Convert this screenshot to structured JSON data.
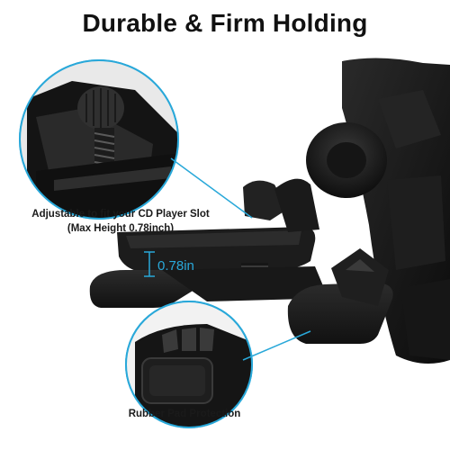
{
  "title": "Durable & Firm Holding",
  "callouts": {
    "cd_slot_line1": "Adjustable to fit your CD Player Slot",
    "cd_slot_line2": "(Max Height 0.78inch)",
    "rubber_pad": "Rubber Pad Protection"
  },
  "measurement": {
    "label": "0.78in"
  },
  "colors": {
    "accent": "#29a8d9",
    "product": "#1b1b1b",
    "text": "#111111"
  }
}
